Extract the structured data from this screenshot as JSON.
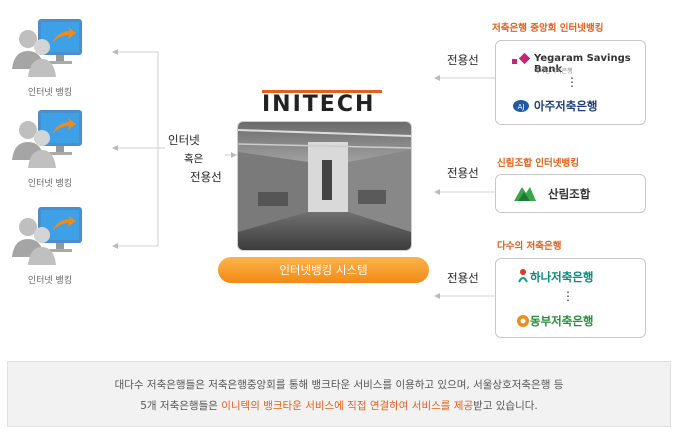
{
  "users": [
    {
      "label": "인터넷 뱅킹"
    },
    {
      "label": "인터넷 뱅킹"
    },
    {
      "label": "인터넷 뱅킹"
    }
  ],
  "left_connector": {
    "line1": "인터넷",
    "line2": "혹은",
    "line3": "전용선"
  },
  "center": {
    "brand": "INITECH",
    "system_label": "인터넷뱅킹 시스템"
  },
  "groups": [
    {
      "title": "저축은행 중앙회 인터넷뱅킹",
      "line_label": "전용선",
      "banks": [
        "Yegaram Savings Bank",
        "아주저축은행"
      ],
      "sub": "예가람저축은행"
    },
    {
      "title": "신림조합 인터넷뱅킹",
      "line_label": "전용선",
      "banks": [
        "산림조합"
      ]
    },
    {
      "title": "다수의 저축은행",
      "line_label": "전용선",
      "banks": [
        "하나저축은행",
        "동부저축은행"
      ]
    }
  ],
  "dots": "⋮",
  "caption": {
    "line1": "대다수 저축은행들은 저축은행중앙회를 통해 뱅크타운 서비스를 이용하고 있으며, 서울상호저축은행 등",
    "line2_pre": "5개 저축은행들은 ",
    "line2_hl": "이니텍의 뱅크타운 서비스에 직접 연결하여 서비스를 제공",
    "line2_post": "받고 있습니다."
  },
  "colors": {
    "accent": "#e2611b",
    "pill": "#f28b16",
    "monitor": "#2a8fd6"
  }
}
